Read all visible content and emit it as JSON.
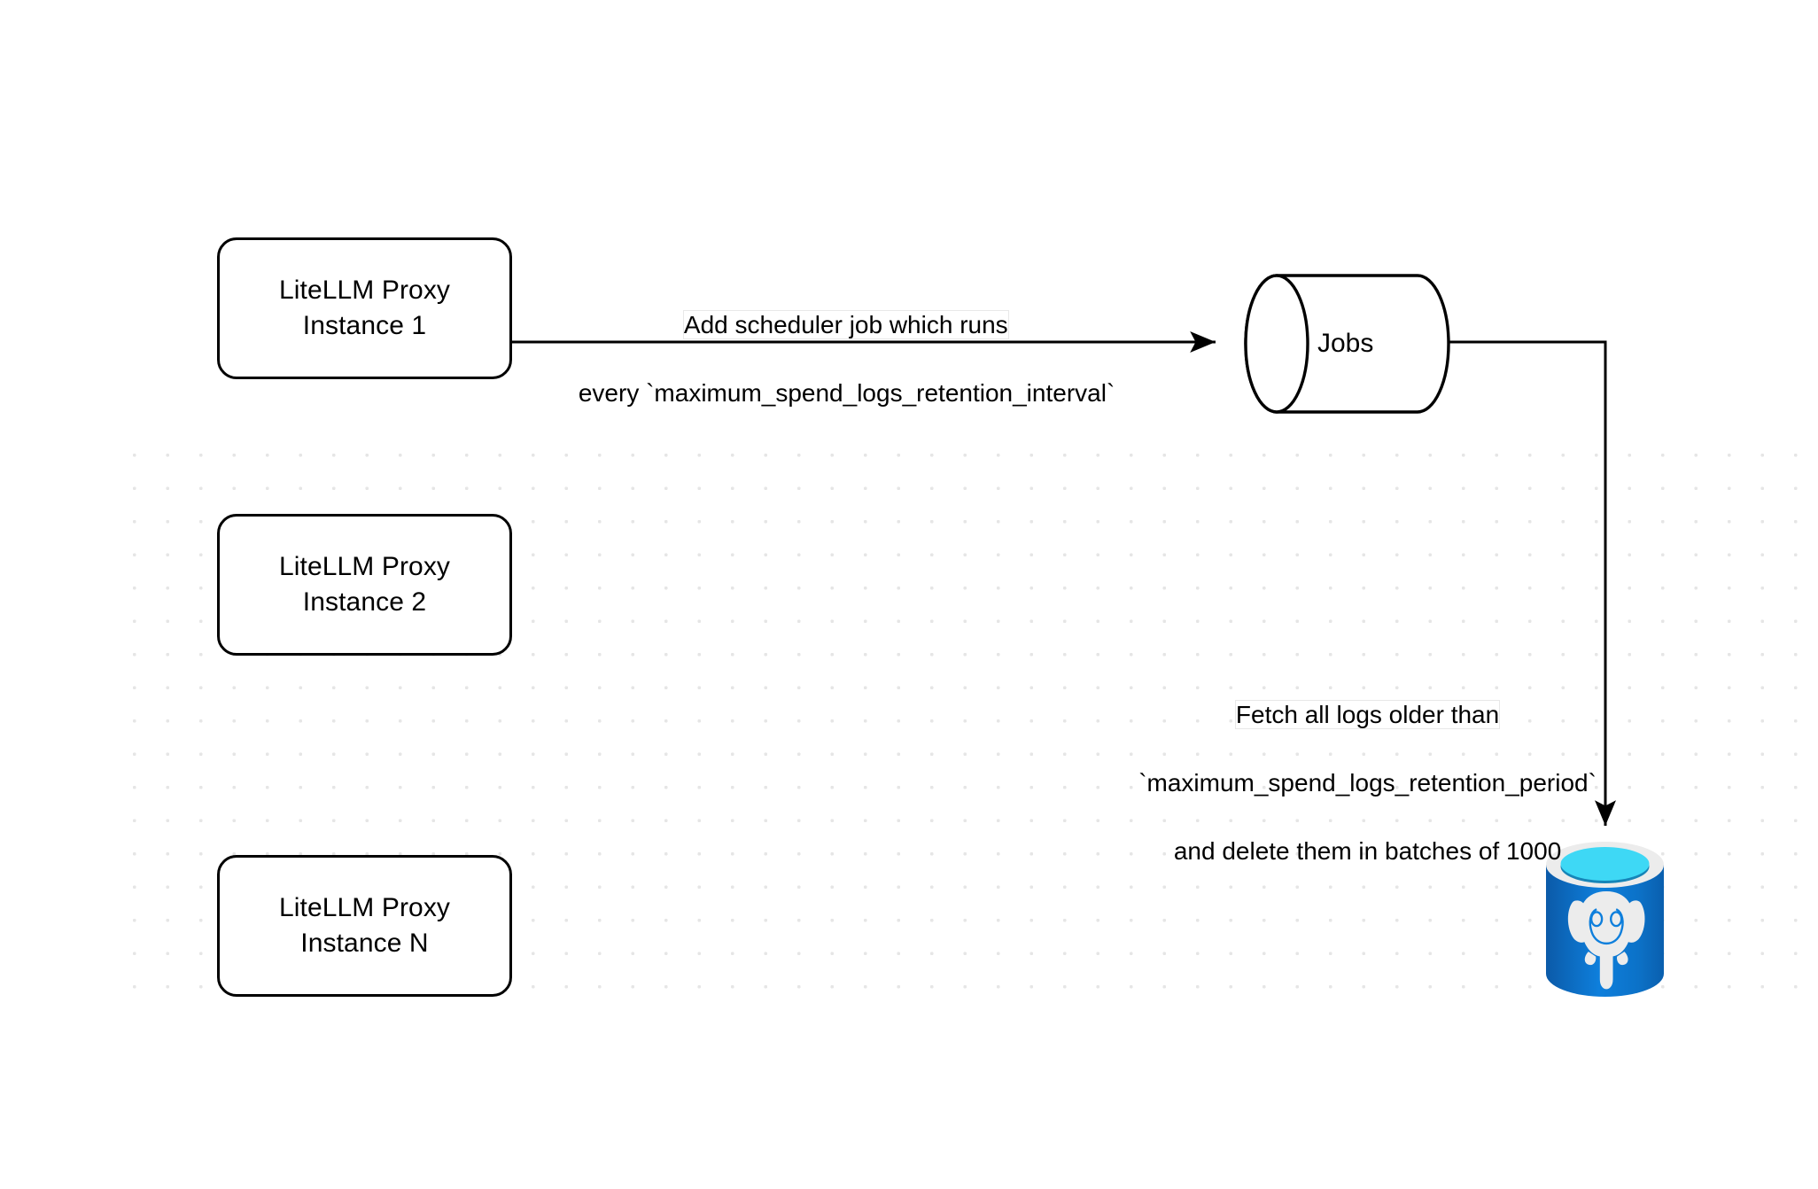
{
  "diagram": {
    "title": "LiteLLM spend logs retention scheduler flow",
    "background_color": "#ffffff",
    "grid_dot_color": "#e6e6e6",
    "stroke_color": "#000000"
  },
  "nodes": {
    "proxy_instance_1": {
      "line1": "LiteLLM Proxy",
      "line2": "Instance 1",
      "shape": "rounded-rectangle"
    },
    "proxy_instance_2": {
      "line1": "LiteLLM Proxy",
      "line2": "Instance 2",
      "shape": "rounded-rectangle"
    },
    "proxy_instance_n": {
      "line1": "LiteLLM Proxy",
      "line2": "Instance N",
      "shape": "rounded-rectangle"
    },
    "jobs_store": {
      "label": "Jobs",
      "shape": "cylinder"
    },
    "postgres_db": {
      "icon": "postgresql-database-icon",
      "body_color": "#0E7FDC",
      "body_color_dark": "#0B5AA8",
      "rim_color": "#ECECEC",
      "top_color": "#3ED8F5",
      "top_shadow_color": "#1685B8",
      "elephant_color": "#ECECEC"
    }
  },
  "edges": {
    "scheduler_edge": {
      "line1": "Add scheduler job which runs",
      "line2": "every `maximum_spend_logs_retention_interval`",
      "from": "proxy_instance_1",
      "to": "jobs_store",
      "arrow": "right"
    },
    "fetch_delete_edge": {
      "line1": "Fetch all logs older than",
      "line2": "`maximum_spend_logs_retention_period`",
      "line3": "and delete them in batches of 1000",
      "from": "jobs_store",
      "to": "postgres_db",
      "arrow": "down"
    }
  }
}
